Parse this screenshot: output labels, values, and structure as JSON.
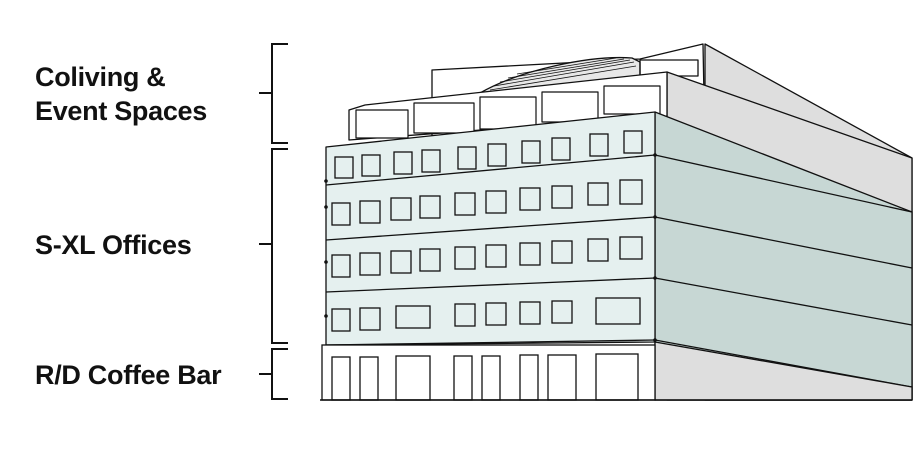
{
  "labels": {
    "top_line1": "Coliving &",
    "top_line2": "Event Spaces",
    "middle": "S-XL Offices",
    "bottom": "R/D Coffee Bar"
  },
  "colors": {
    "glass_front": "#e5f0ef",
    "glass_side": "#c7d7d4",
    "side_wall": "#dcdcdc",
    "roof_top": "#d9d9d9",
    "outline": "#111111",
    "background": "#ffffff"
  }
}
